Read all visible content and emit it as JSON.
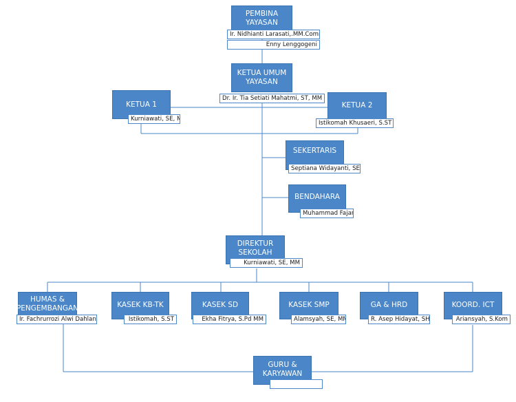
{
  "colors": {
    "box_fill": "#4a86c8",
    "box_border": "#3a72b0",
    "line": "#4a86c8",
    "text_on_box": "#ffffff"
  },
  "pembina": {
    "title": "PEMBINA\nYAYASAN",
    "name_1": "Ir. Nidhianti Larasati,.MM.Comm",
    "name_2": "Enny Lenggogeni"
  },
  "ketua_umum": {
    "title": "KETUA UMUM\nYAYASAN",
    "name": "Dr. Ir. Tia Setiati Mahatmi, ST, MM"
  },
  "ketua1": {
    "title": "KETUA 1",
    "name": "Kurniawati, SE, MM"
  },
  "ketua2": {
    "title": "KETUA 2",
    "name": "Istikomah Khusaeri, S.ST"
  },
  "sekertaris": {
    "title": "SEKERTARIS",
    "name": "Septiana Widayanti, SE"
  },
  "bendahara": {
    "title": "BENDAHARA",
    "name": "Muhammad Fajar"
  },
  "direktur": {
    "title": "DIREKTUR\nSEKOLAH",
    "name": "Kurniawati, SE, MM"
  },
  "humas": {
    "title": "HUMAS &\nPENGEMBANGAN",
    "name": "Ir. Fachrurrozi Alwi Dahlan"
  },
  "kasek_kbtk": {
    "title": "KASEK KB-TK",
    "name": "Istikomah, S.ST"
  },
  "kasek_sd": {
    "title": "KASEK SD",
    "name": "Ekha Fitrya, S.Pd MM"
  },
  "kasek_smp": {
    "title": "KASEK SMP",
    "name": "Alamsyah, SE, MM"
  },
  "ga_hrd": {
    "title": "GA & HRD",
    "name": "R. Asep Hidayat, SH"
  },
  "koord_ict": {
    "title": "KOORD. ICT",
    "name": "Ariansyah, S.Kom"
  },
  "guru": {
    "title": "GURU &\nKARYAWAN",
    "name": ""
  }
}
